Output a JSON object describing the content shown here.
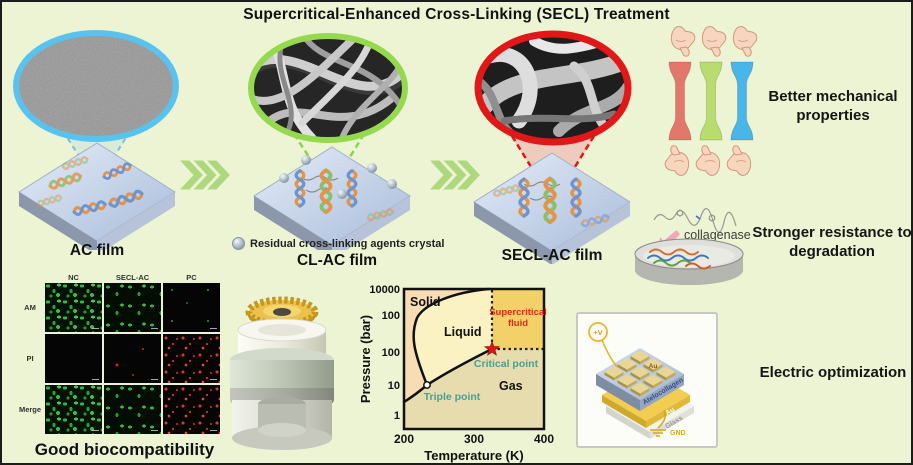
{
  "title": "Supercritical-Enhanced Cross-Linking (SECL) Treatment",
  "steps": [
    {
      "label": "AC film",
      "rim_color": "#58c3ef"
    },
    {
      "label": "CL-AC film",
      "rim_color": "#94d94e",
      "legend": "Residual cross-linking agents crystal"
    },
    {
      "label": "SECL-AC film",
      "rim_color": "#e21717"
    }
  ],
  "benefits": {
    "mechanical": "Better mechanical properties",
    "degradation": "Stronger resistance to degradation",
    "biocompatibility": "Good biocompatibility",
    "electric": "Electric optimization"
  },
  "degradation_test": {
    "enzyme": "collagenase"
  },
  "specimen_colors": [
    "#e4776b",
    "#b9dc6e",
    "#49b6e9"
  ],
  "colors": {
    "chevron": "#aed87e",
    "background": "#edf4d3"
  },
  "microscopy": {
    "columns": [
      "NC",
      "SECL-AC",
      "PC"
    ],
    "rows": [
      "AM",
      "PI",
      "Merge"
    ],
    "cells": [
      [
        "tex-green-dense",
        "tex-green-med",
        "tex-green-sparse"
      ],
      [
        "tex-black",
        "tex-red-few",
        "tex-red-many"
      ],
      [
        "tex-green-dense",
        "tex-green-med",
        "tex-red-many"
      ]
    ]
  },
  "phase_diagram": {
    "type": "area",
    "xlabel": "Temperature (K)",
    "ylabel": "Pressure (bar)",
    "x_ticks": [
      "200",
      "300",
      "400"
    ],
    "y_ticks_top_to_bottom": [
      "10000",
      "100",
      "100",
      "10",
      "1"
    ],
    "x_range_K": [
      200,
      400
    ],
    "regions": {
      "solid": "Solid",
      "liquid": "Liquid",
      "gas": "Gas",
      "supercritical_line1": "Supercritical",
      "supercritical_line2": "fluid"
    },
    "points": {
      "critical": {
        "label": "Critical point",
        "temperature_K": 330,
        "pressure_bar": 100
      },
      "triple": {
        "label": "Triple point",
        "temperature_K": 230,
        "pressure_bar": 10
      }
    },
    "colors": {
      "solid_region": "#f8dcb4",
      "liquid_region": "#fbf2c3",
      "gas_region": "#e7dcae",
      "supercritical_region": "#f2d268",
      "critical_text": "#e8231f",
      "point_text": "#49a095"
    }
  },
  "device": {
    "voltage": "+V",
    "pad_label": "Au",
    "layer_top": "Atelocollagen",
    "layer_mid": "Au",
    "layer_bottom": "Glass",
    "ground": "GND"
  }
}
